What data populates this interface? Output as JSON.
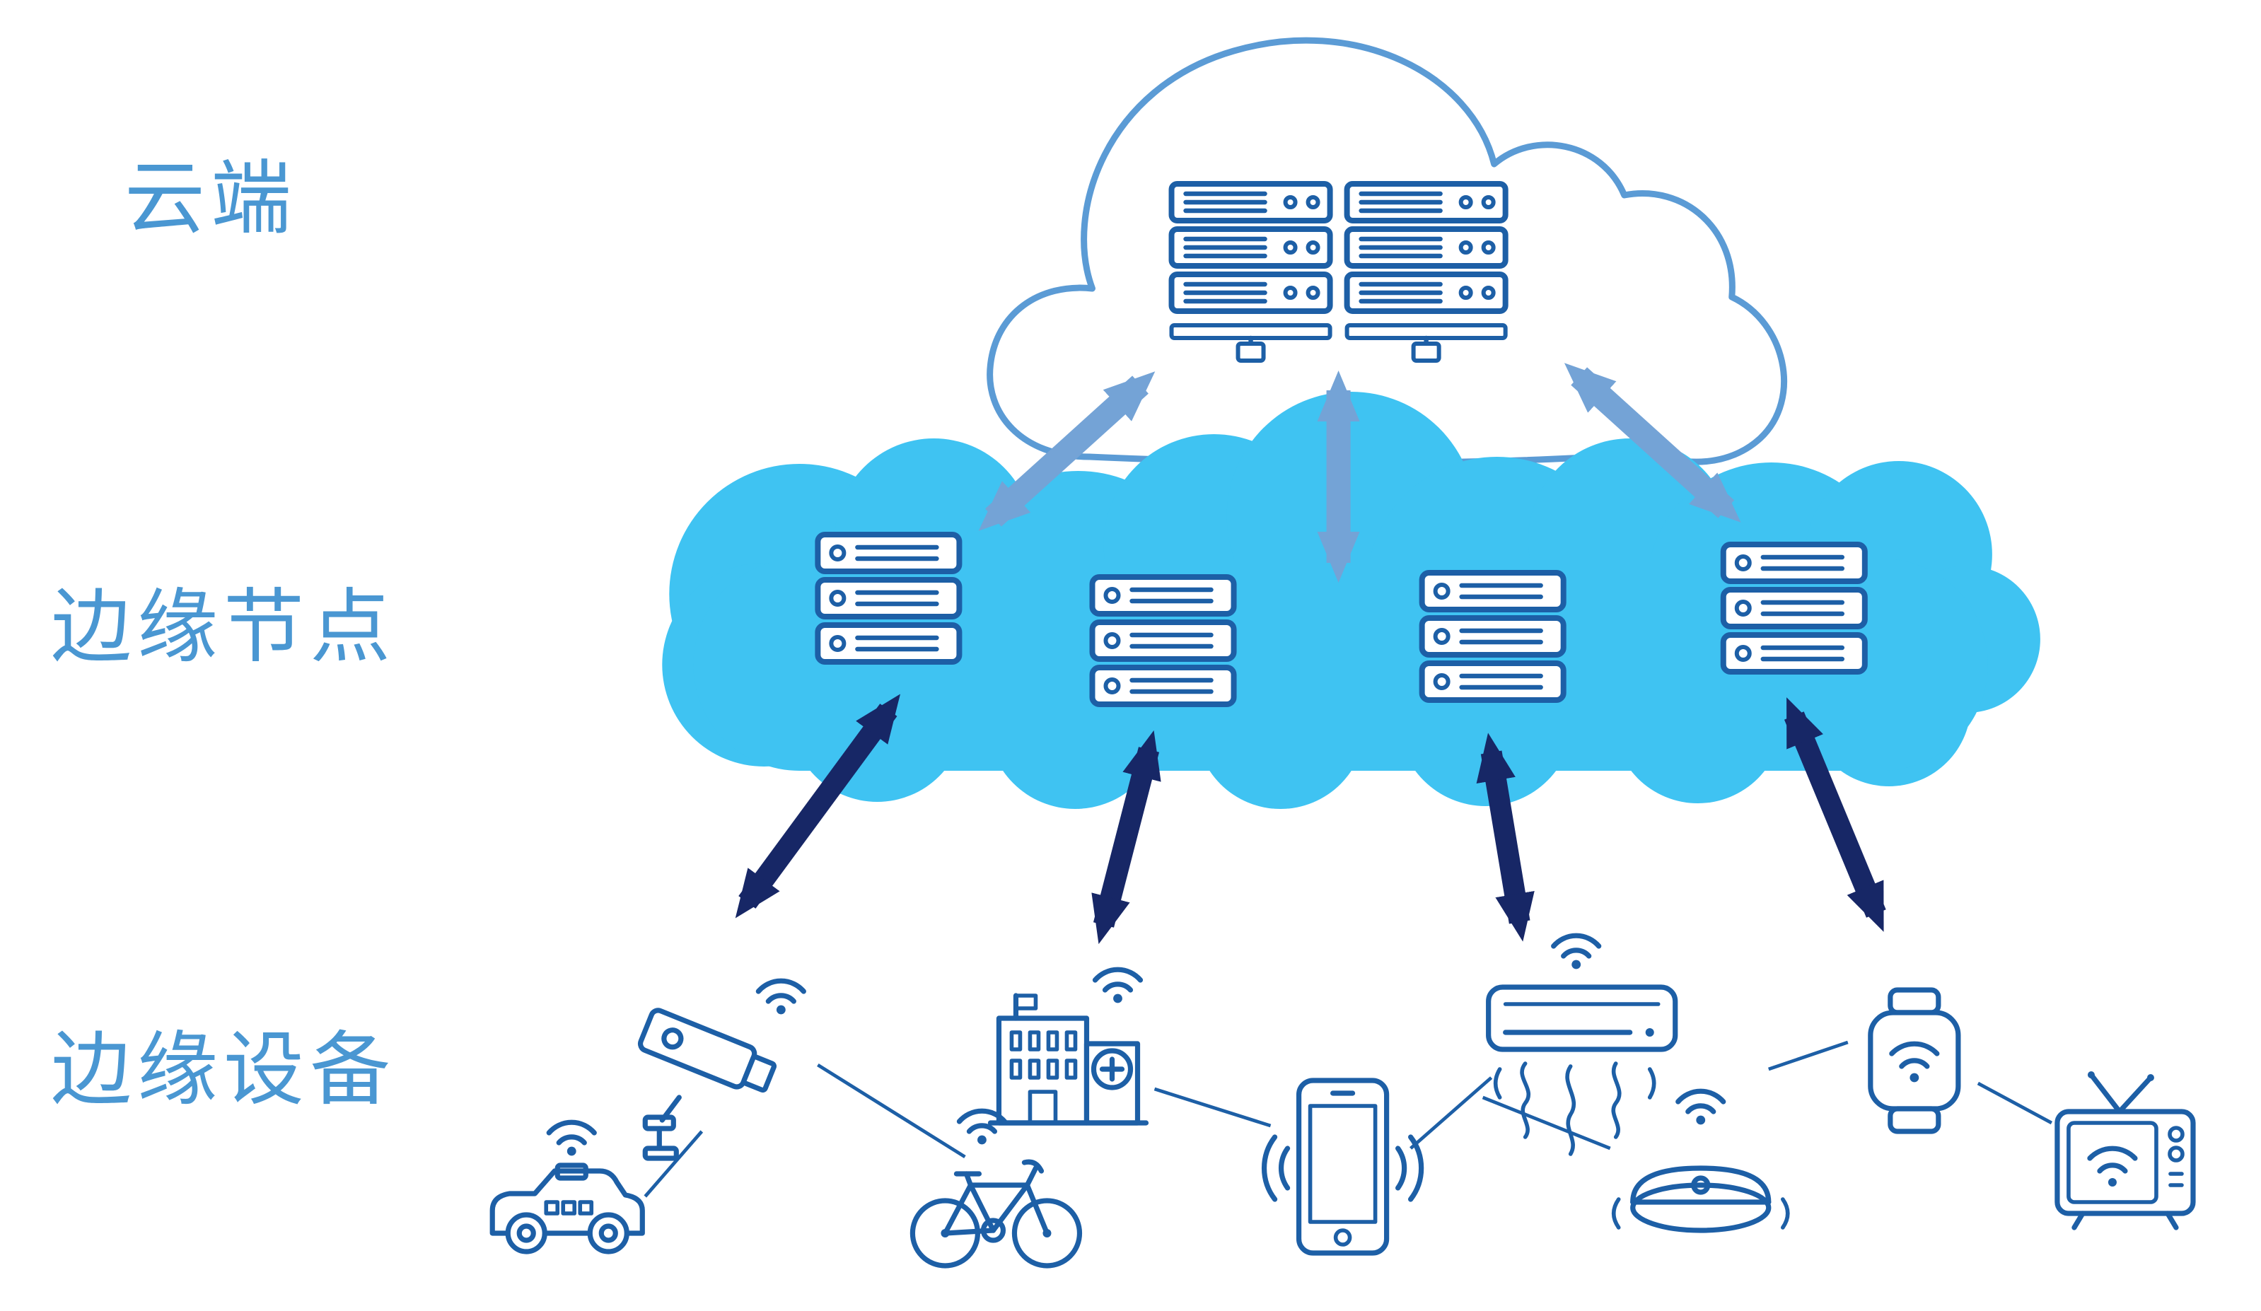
{
  "labels": {
    "cloud": "云端",
    "edge_nodes": "边缘节点",
    "edge_devices": "边缘设备"
  },
  "colors": {
    "label_blue": "#4a97d2",
    "cloud_outline": "#5b9bd5",
    "edge_cloud_fill": "#3fc3f2",
    "server_blue": "#1d5fa6",
    "light_arrow": "#74a3d6",
    "dark_arrow": "#172766",
    "device_line": "#1d5fa6"
  },
  "icons": {
    "cloud": "cloud-icon",
    "cloud_servers": "server-rack-icon",
    "edge_node": "edge-node-server-icon",
    "camera": "cctv-camera-icon",
    "car": "car-icon",
    "hospital": "hospital-icon",
    "bicycle": "bicycle-icon",
    "smartphone": "smartphone-icon",
    "air_conditioner": "air-conditioner-icon",
    "robot_vacuum": "robot-vacuum-icon",
    "wearable": "wearable-device-icon",
    "tv": "tv-icon",
    "wifi": "wifi-icon",
    "arrow": "double-arrow-icon"
  }
}
